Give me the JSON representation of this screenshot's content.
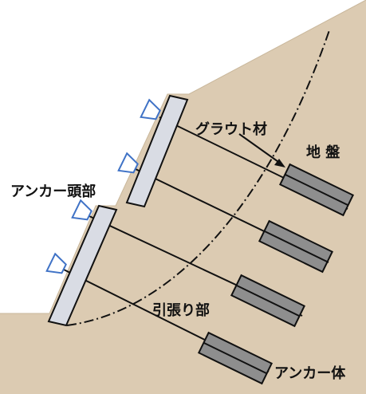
{
  "labels": {
    "grout": "グラウト材",
    "ground": "地 盤",
    "anchor_head": "アンカー頭部",
    "tendon_free_length": "引張り部",
    "anchor_body": "アンカー体"
  },
  "colors": {
    "ground": "#dccbb2",
    "wall": "#d9dce4",
    "wall_outline": "#111111",
    "bearing_plate": "#3f72c6",
    "anchor_body": "#8e8e8e",
    "text": "#111111",
    "slip_line": "#111111"
  },
  "anchors": [
    {
      "name": "anchor-1"
    },
    {
      "name": "anchor-2"
    },
    {
      "name": "anchor-3"
    },
    {
      "name": "anchor-4"
    }
  ]
}
